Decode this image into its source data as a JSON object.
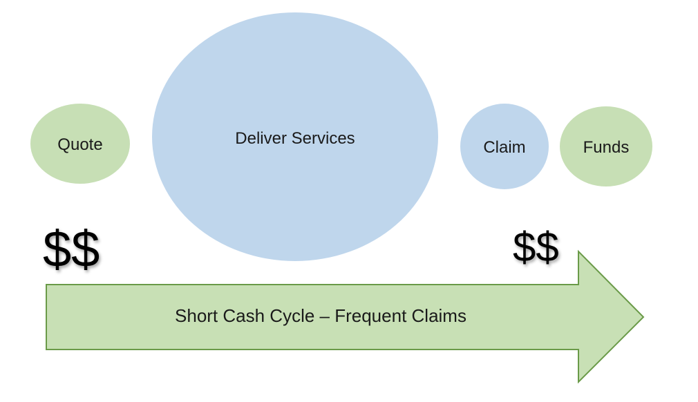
{
  "colors": {
    "green_fill": "#c7dfb5",
    "blue_fill": "#bfd6ec",
    "arrow_fill": "#c8e0b5",
    "arrow_stroke": "#6a9a48",
    "text": "#1a1a1a"
  },
  "nodes": {
    "quote": "Quote",
    "deliver": "Deliver Services",
    "claim": "Claim",
    "funds": "Funds"
  },
  "money": {
    "left": "$$",
    "right": "$$"
  },
  "arrow": {
    "label": "Short Cash Cycle – Frequent Claims"
  }
}
